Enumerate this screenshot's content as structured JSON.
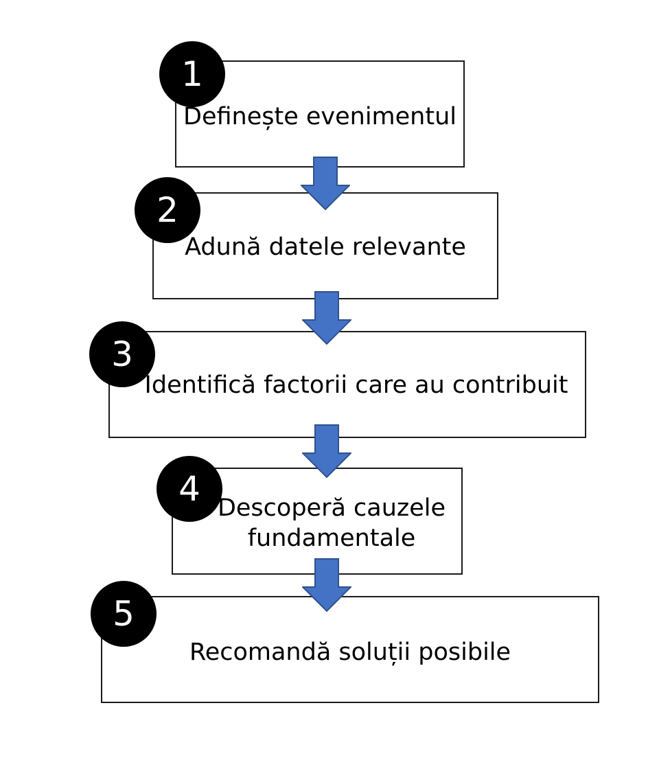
{
  "steps": [
    {
      "number": "1",
      "label": "Definește evenimentul"
    },
    {
      "number": "2",
      "label": "Adună datele relevante"
    },
    {
      "number": "3",
      "label": "Identifică factorii care au contribuit"
    },
    {
      "number": "4",
      "label": "Descoperă cauzele\nfundamentale"
    },
    {
      "number": "5",
      "label": "Recomandă soluții posibile"
    }
  ],
  "colors": {
    "arrow_fill": "#4472C4",
    "arrow_stroke": "#2F528F",
    "badge_fill": "#000000",
    "box_border": "#1a1a1a"
  },
  "icons": {
    "connector": "down-arrow-icon"
  }
}
